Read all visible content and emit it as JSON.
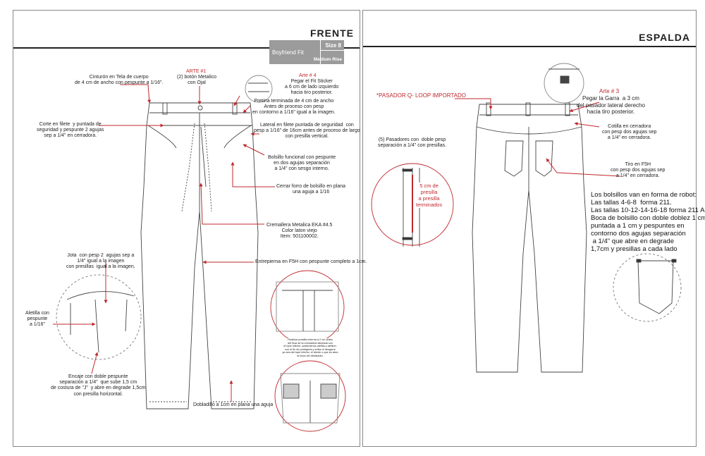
{
  "front": {
    "title": "FRENTE",
    "fit_label": "Boyfriend Fit",
    "size_label": "Size 8",
    "rise_label": "Medium Rise",
    "notes": {
      "cinturon": "Cinturón en Tela de cuerpo\nde 4 cm de ancho con pespunte a 1/16\".",
      "arte1_title": "ARTE #1",
      "arte1_body": "(2) botón Metalico\ncon Ojal",
      "arte4_title": "Arte # 4",
      "arte4_body": "Pegar el Fit Sticker\na 6 cm de lado izquierdo\nhacia tiro posterior.",
      "pretina": "Pretina terminada de 4 cm de ancho\nAntes de proceso con pesp\nen contorno a 1/16\" igual a la imagen.",
      "corte_filete": "Corte en filete  y puntada de\nseguridad y pespunte 2 agujas\nsep a 1/4\" en cerradora.",
      "lateral_filete": "Lateral en filete puntada de seguridad  con\npesp a 1/16\" de 16cm antes de proceso de largo\ncon presilla vertical.",
      "bolsillo_funcional": "Bolsillo funcional con pespunte\nen dos agujas separación\na 1/4\" con sesgo interno.",
      "cerrar_forro": "Cerrar forro de bolsillo en plana\nuna aguja a 1/16",
      "cremallera": "Cremallera Metalica EKA #4.5\nColor laton viejo\nItem: 501100002.",
      "jota": "Jota  con pesp 2  agujas sep a\n1/4\" igual a la imagen\ncon presillas  igual a la imagen.",
      "entrepierna": "Entrepierna en F5H con pespunte completo a 1cm.",
      "aletilla": "Aletilla con\npespunte\na 1/16\"",
      "encaje": "Encaje con doble pespunte\nseparación a 1/4\"  que sube 1,5 cm\nde costura de \"J\"  y abre en degrade 1,5cm\ncon presilla horizontal.",
      "dobladillo": "Dobladillo a 1cm en plana una aguja",
      "realizar_presilla": "Realizar presilla externa a 2 cm antes\ndel final de la cremallera alineada con\nel tope inferior, sosteniendo aletilla y aletilon.\ncon el fin de protegerla y evitar el desgarre\nya sea del tope inferior, el diente o que se abra\nla boca del deslizador."
    }
  },
  "back": {
    "title": "ESPALDA",
    "notes": {
      "pasador": "*PASADOR Q- LOOP IMPORTADO",
      "arte3_title": "Arte # 3",
      "arte3_body": "Pegar la Garra  a 3 cm\ndel pasador lateral derecho\nhacia tiro posterior.",
      "pasadores": "(5) Pasadores con  doble pesp\nseparación a 1/4\" con presillas.",
      "cotilla": "Cotilla en cerradora\ncon pesp dos agujas sep\na 1/4\" en cerradora.",
      "tiro": "Tiro en F5H\ncon pesp dos agujas sep\na 1/4\" en cerradora.",
      "presilla_detail": "5 cm de\npresilla\na presilla\nterminados",
      "bolsillos_robot": "Los bolsillos van en forma de robot:\nLas tallas 4-6-8  forma 211.\nLas tallas 10-12-14-16-18 forma 211 A.\nBoca de bolsillo con doble doblez 1 cm\npuntada a 1 cm y pespuntes en\ncontorno dos agujas separación\n a 1/4\" que abre en degrade\n1,7cm y presillas a cada lado"
    }
  },
  "colors": {
    "accent_red": "#c0282d",
    "fit_box_gray": "#9b9b9b",
    "line": "#444444"
  }
}
